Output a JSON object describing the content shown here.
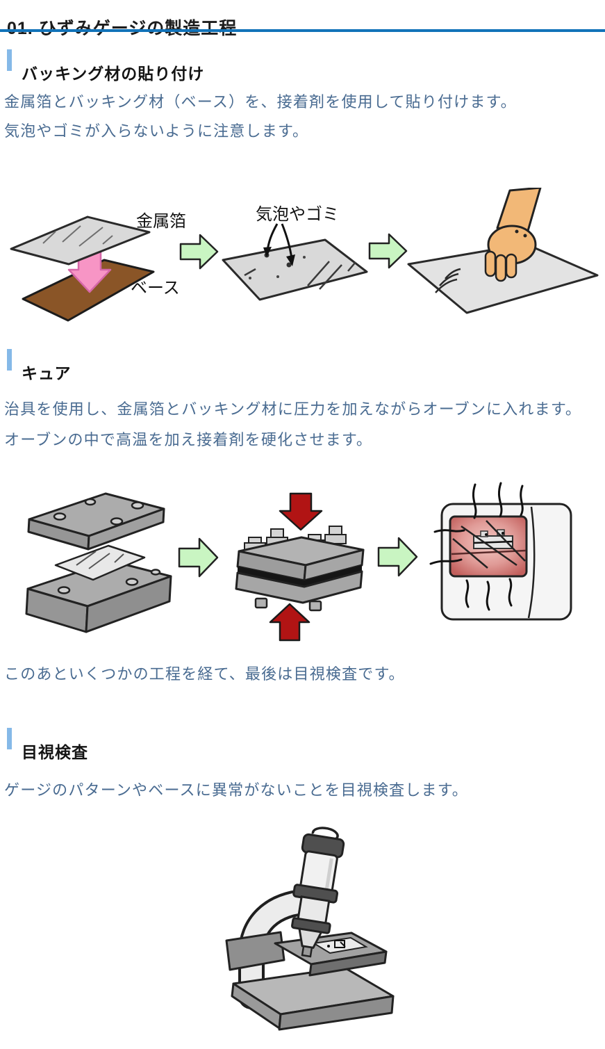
{
  "page": {
    "title": "01. ひずみゲージの製造工程"
  },
  "backing_section": {
    "heading": "バッキング材の貼り付け",
    "line1": "金属箔とバッキング材（ベース）を、接着剤を使用して貼り付けます。",
    "line2": "気泡やゴミが入らないように注意します。",
    "label_foil": "金属箔",
    "label_base": "ベース",
    "label_bubbles": "気泡やゴミ"
  },
  "cure_section": {
    "heading": "キュア",
    "line1": "治具を使用し、金属箔とバッキング材に圧力を加えながらオーブンに入れます。",
    "line2": "オーブンの中で高温を加え接着剤を硬化させます。",
    "note": "このあといくつかの工程を経て、最後は目視検査です。"
  },
  "inspection_section": {
    "heading": "目視検査",
    "line1": "ゲージのパターンやベースに異常がないことを目視検査します。"
  },
  "colors": {
    "title_rule_blue": "#1273b9",
    "section_bar_blue": "#85b9e8",
    "body_text_blue": "#496b91",
    "arrow_green_fill": "#c9f5c2",
    "arrow_pink_fill": "#f795c5",
    "arrow_red_fill": "#b11414",
    "base_brown_fill": "#8a5527",
    "sheet_gray_fill": "#d9d9d9",
    "oven_window_red": "#c25f5c"
  }
}
